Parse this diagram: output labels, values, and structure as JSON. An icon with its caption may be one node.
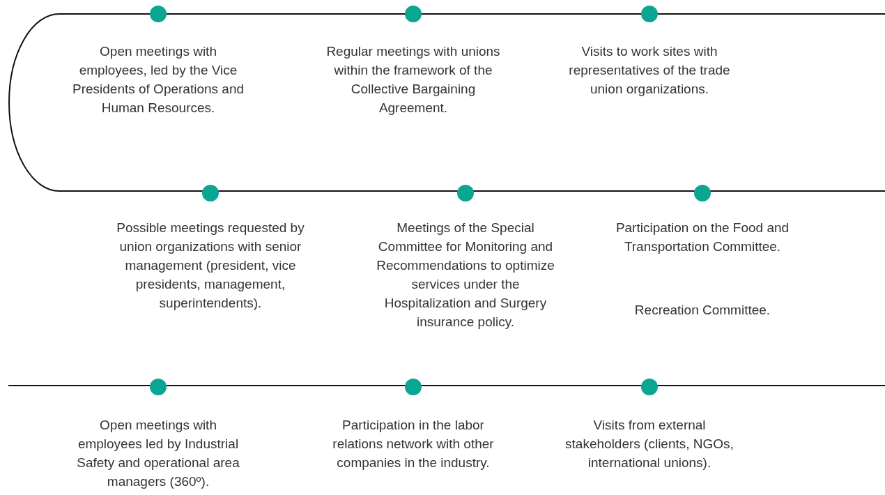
{
  "diagram": {
    "labels": [
      "Open meetings with employees, led by the Vice Presidents of Operations and Human Resources.",
      "Regular meetings with unions within the framework of the Collective Bargaining Agreement.",
      "Visits to work sites with representatives of the trade union organizations.",
      "Possible meetings requested by union organizations with senior management (president, vice presidents, management, superintendents).",
      "Meetings of the Special Committee for Monitoring and Recommendations to optimize services under the Hospitalization and Surgery insurance policy.",
      "Participation on the Food and Transportation Committee.",
      "Recreation Committee.",
      "Open meetings with employees led by Industrial Safety and operational area managers (360º).",
      "Participation in the labor relations network with other companies in the industry.",
      "Visits from external stakeholders (clients, NGOs, international unions)."
    ]
  }
}
